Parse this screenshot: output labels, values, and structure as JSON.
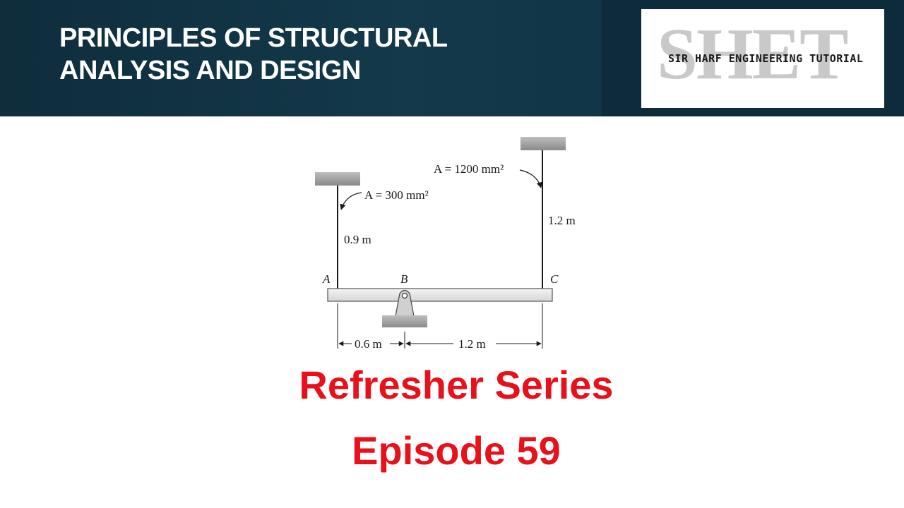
{
  "header": {
    "title_line1": "PRINCIPLES OF STRUCTURAL",
    "title_line2": "ANALYSIS AND DESIGN"
  },
  "logo": {
    "letters": "SHET",
    "subtitle": "SIR HARF ENGINEERING TUTORIAL"
  },
  "diagram": {
    "rod_left_area": "A = 300 mm²",
    "rod_left_length": "0.9 m",
    "rod_right_area": "A = 1200 mm²",
    "rod_right_length": "1.2 m",
    "point_a": "A",
    "point_b": "B",
    "point_c": "C",
    "dim_ab": "0.6 m",
    "dim_bc": "1.2 m"
  },
  "captions": {
    "series": "Refresher Series",
    "episode": "Episode 59"
  },
  "colors": {
    "header_bg": "#13394b",
    "caption_red": "#e8111b"
  }
}
